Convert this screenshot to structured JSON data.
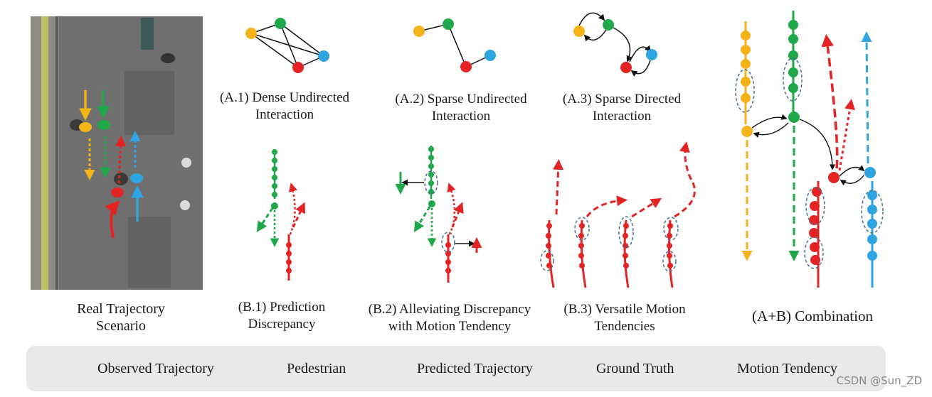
{
  "captions": {
    "real": [
      "Real Trajectory",
      "Scenario"
    ],
    "a1": [
      "(A.1) Dense Undirected",
      "Interaction"
    ],
    "a2": [
      "(A.2) Sparse Undirected",
      "Interaction"
    ],
    "a3": [
      "(A.3) Sparse Directed",
      "Interaction"
    ],
    "b1": [
      "(B.1) Prediction",
      "Discrepancy"
    ],
    "b2": [
      "(B.2) Alleviating Discrepancy",
      "with Motion Tendency"
    ],
    "b3": [
      "(B.3) Versatile Motion",
      "Tendencies"
    ],
    "comb": [
      "(A+B) Combination"
    ]
  },
  "legend": {
    "observed": "Observed Trajectory",
    "pedestrian": "Pedestrian",
    "predicted": "Predicted Trajectory",
    "ground_truth": "Ground Truth",
    "tendency": "Motion Tendency"
  },
  "watermark": "CSDN @Sun_ZD",
  "colors": {
    "yellow": "#f5b31a",
    "green": "#1fa84a",
    "blue": "#2ea5e0",
    "red": "#e42424",
    "dashed_circle": "#4a6f8f",
    "legend_bg": "#e9e9e9"
  }
}
